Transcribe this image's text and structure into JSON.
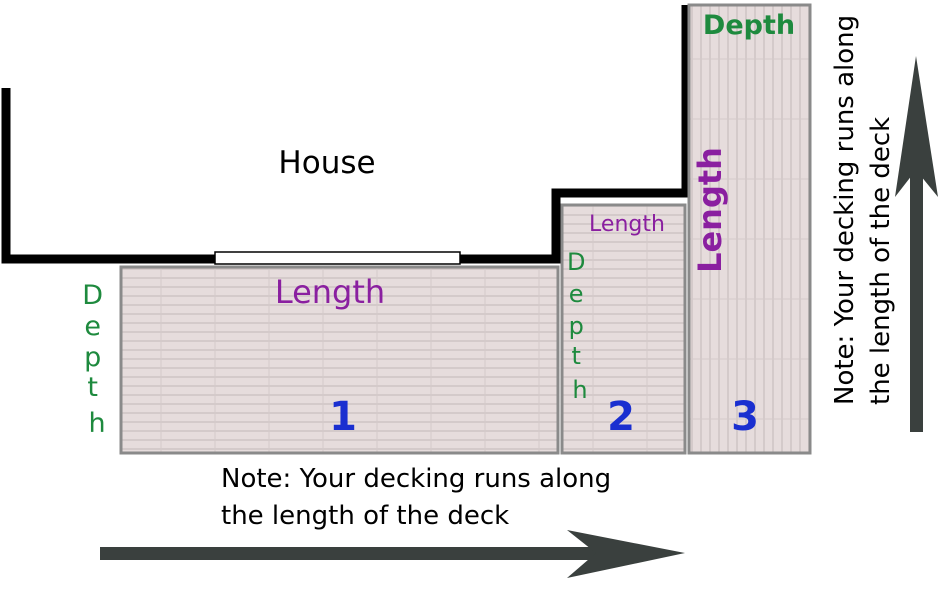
{
  "house_label": "House",
  "decks": [
    {
      "number": "1",
      "length_label": "Length",
      "depth_label": "Depth"
    },
    {
      "number": "2",
      "length_label": "Length",
      "depth_label": "Depth"
    },
    {
      "number": "3",
      "length_label": "Length",
      "depth_label": "Depth"
    }
  ],
  "notes": {
    "bottom_line1": "Note: Your decking runs along",
    "bottom_line2": "the length of the deck",
    "right_line1": "Note: Your decking runs along",
    "right_line2": "the length of the deck"
  },
  "colors": {
    "wall": "#000000",
    "deck_fill": "#e6dcdc",
    "deck_border": "#7a7a7a",
    "board_line": "#bdb3b3",
    "length_label": "#8a1fa0",
    "depth_label": "#1e8a3e",
    "deck_number": "#1a2fd0",
    "arrow": "#3a403e"
  }
}
